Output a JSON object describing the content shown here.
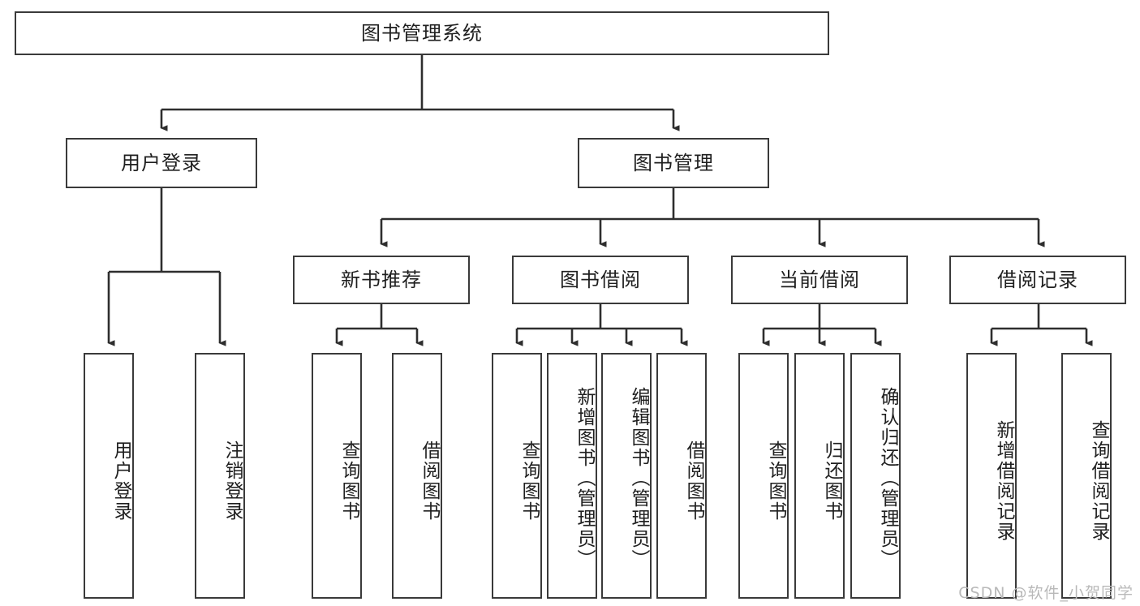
{
  "diagram": {
    "title": "图书管理系统",
    "type": "tree-hierarchy-chart",
    "colors": {
      "stroke": "#3a3a3a",
      "fill": "#ffffff",
      "text": "#1f1f1f",
      "watermark": "#b9b9b9"
    },
    "root": {
      "id": "root",
      "label": "图书管理系统"
    },
    "level2": [
      {
        "id": "user-login",
        "label": "用户登录"
      },
      {
        "id": "book-management",
        "label": "图书管理"
      }
    ],
    "level3": [
      {
        "id": "new-book-recommend",
        "label": "新书推荐",
        "parent": "book-management"
      },
      {
        "id": "book-borrow",
        "label": "图书借阅",
        "parent": "book-management"
      },
      {
        "id": "current-borrow",
        "label": "当前借阅",
        "parent": "book-management"
      },
      {
        "id": "borrow-record",
        "label": "借阅记录",
        "parent": "book-management"
      }
    ],
    "leaves": {
      "user_login": [
        {
          "id": "leaf-user-login",
          "label": "用户登录"
        },
        {
          "id": "leaf-user-logout",
          "label": "注销登录"
        }
      ],
      "new_book_recommend": [
        {
          "id": "leaf-query-book-1",
          "label": "查询图书"
        },
        {
          "id": "leaf-borrow-book-1",
          "label": "借阅图书"
        }
      ],
      "book_borrow": [
        {
          "id": "leaf-query-book-2",
          "label": "查询图书"
        },
        {
          "id": "leaf-add-book",
          "label": "新增图书（管理员）"
        },
        {
          "id": "leaf-edit-book",
          "label": "编辑图书（管理员）"
        },
        {
          "id": "leaf-borrow-book-2",
          "label": "借阅图书"
        }
      ],
      "current_borrow": [
        {
          "id": "leaf-query-book-3",
          "label": "查询图书"
        },
        {
          "id": "leaf-return-book",
          "label": "归还图书"
        },
        {
          "id": "leaf-confirm-return",
          "label": "确认归还（管理员）"
        }
      ],
      "borrow_record": [
        {
          "id": "leaf-add-record",
          "label": "新增借阅记录"
        },
        {
          "id": "leaf-query-record",
          "label": "查询借阅记录"
        }
      ]
    }
  },
  "watermark": {
    "text": "CSDN @软件_小贺同学"
  }
}
